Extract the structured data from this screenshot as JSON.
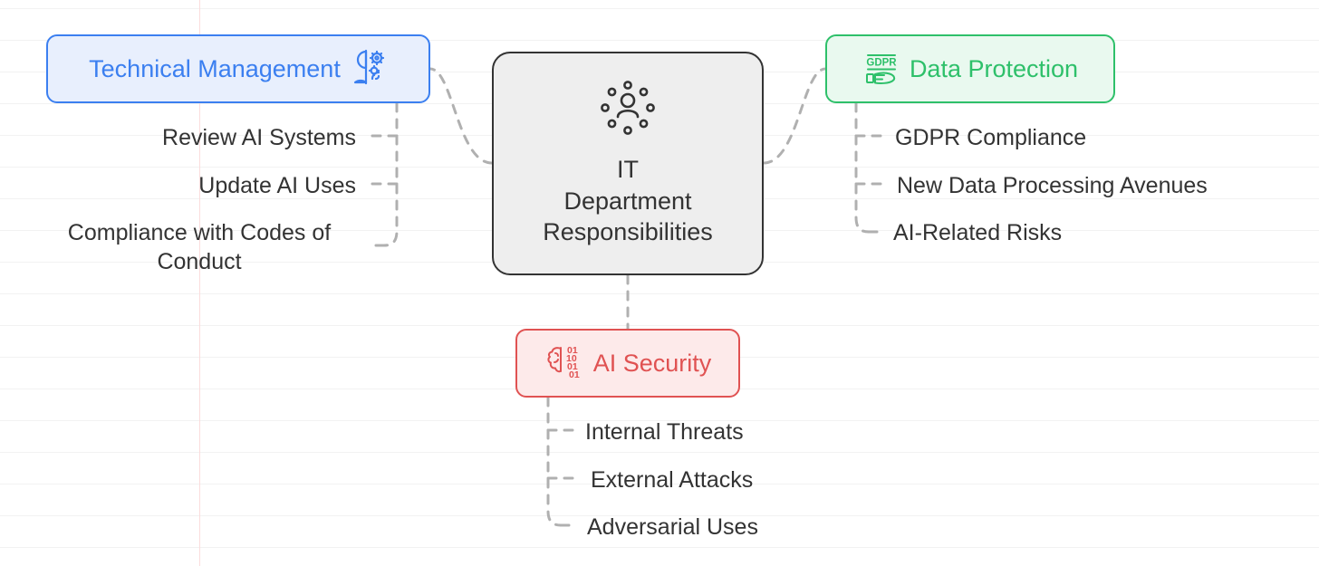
{
  "diagram": {
    "type": "mindmap",
    "root": {
      "name": "root-node",
      "icon": "people-network-icon",
      "lines": [
        "IT",
        "Department",
        "Responsibilities"
      ],
      "text": "IT Department Responsibilities",
      "border_color": "#333333",
      "fill_color": "#eeeeee"
    },
    "branches": [
      {
        "id": "technical-management",
        "label": "Technical Management",
        "icon": "head-gears-icon",
        "color": "#3b7ff0",
        "fill": "#e8effd",
        "side": "left",
        "children": [
          {
            "label": "Review AI Systems"
          },
          {
            "label": "Update AI Uses"
          },
          {
            "label": "Compliance with Codes of Conduct"
          }
        ]
      },
      {
        "id": "data-protection",
        "label": "Data Protection",
        "icon": "gdpr-hand-icon",
        "icon_text": "GDPR",
        "color": "#2ec06a",
        "fill": "#e9f9ef",
        "side": "right",
        "children": [
          {
            "label": "GDPR Compliance"
          },
          {
            "label": "New Data Processing Avenues"
          },
          {
            "label": "AI-Related Risks"
          }
        ]
      },
      {
        "id": "ai-security",
        "label": "AI Security",
        "icon": "brain-binary-icon",
        "icon_binary": [
          "01",
          "10",
          "01",
          "01"
        ],
        "color": "#e05252",
        "fill": "#fdeaea",
        "side": "bottom",
        "children": [
          {
            "label": "Internal Threats"
          },
          {
            "label": "External Attacks"
          },
          {
            "label": "Adversarial Uses"
          }
        ]
      }
    ],
    "background": {
      "grid_color": "#f2f2f2",
      "guide_line_color": "#fbdcdc",
      "edge_color": "#b0b0b0",
      "edge_style": "dashed"
    }
  }
}
